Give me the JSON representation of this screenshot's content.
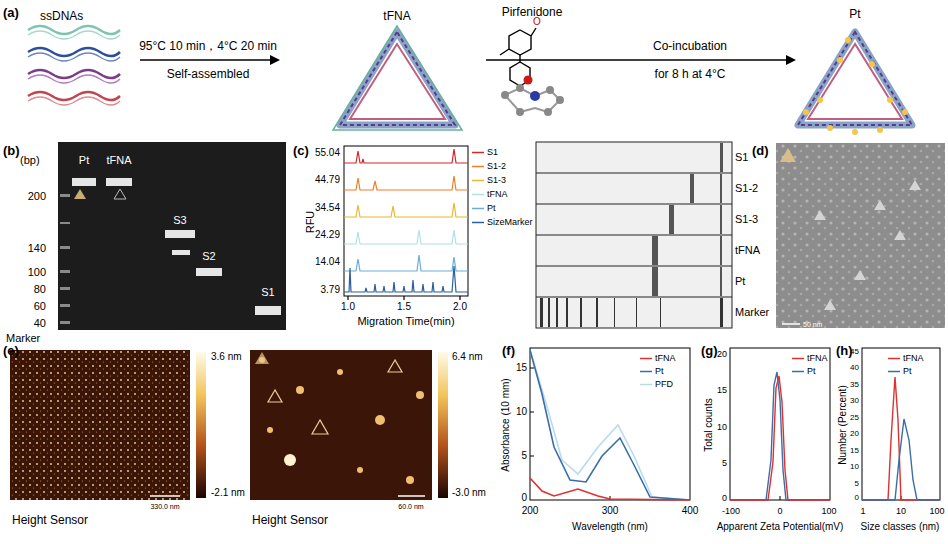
{
  "diagram": {
    "labels": [
      "(a)",
      "ssDNAs",
      "95°C 10 min，4°C 20 min",
      "Self-assembled",
      "tFNA",
      "Pirfenidone",
      "O",
      "Co-incubation",
      "for 8 h at 4°C",
      "Pt",
      "(b)",
      "(bp)",
      "200",
      "140",
      "100",
      "80",
      "60",
      "40",
      "Marker",
      "Pt",
      "tFNA",
      "S3",
      "S2",
      "S1",
      "(c)",
      "RFU",
      "55.04",
      "44.79",
      "34.54",
      "24.29",
      "14.04",
      "3.79",
      "1.0",
      "1.5",
      "2.0",
      "Migration Time(min)",
      "S1",
      "S1-2",
      "S1-3",
      "tFNA",
      "Pt",
      "Marker",
      "(d)",
      "50 nm",
      "(e)",
      "3.6 nm",
      "-2.1 nm",
      "Height Sensor",
      "330.0 nm",
      "6.4 nm",
      "-3.0 nm",
      "Height Sensor",
      "60.0 nm",
      "(f)",
      "Absorbance (10 mm)",
      "15",
      "10",
      "5",
      "0",
      "200",
      "300",
      "400",
      "Wavelength (nm)",
      "(g)",
      "Total counts",
      "20",
      "15",
      "10",
      "5",
      "0",
      "-100",
      "0",
      "100",
      "Apparent Zeta Potential(mV)",
      "(h)",
      "Number (Percent)",
      "45",
      "40",
      "35",
      "30",
      "25",
      "20",
      "15",
      "10",
      "5",
      "0",
      "1",
      "10",
      "100",
      "Size classes (nm)"
    ],
    "legend": [
      {
        "text": "S1"
      },
      {
        "text": "S1-2"
      },
      {
        "text": "S1-3"
      },
      {
        "text": "tFNA"
      },
      {
        "text": "Pt"
      },
      {
        "text": "SizeMarker"
      },
      {
        "text": "tFNA"
      },
      {
        "text": "Pt"
      },
      {
        "text": "PFD"
      },
      {
        "text": "tFNA"
      },
      {
        "text": "Pt"
      },
      {
        "text": "tFNA"
      },
      {
        "text": "Pt"
      }
    ]
  }
}
